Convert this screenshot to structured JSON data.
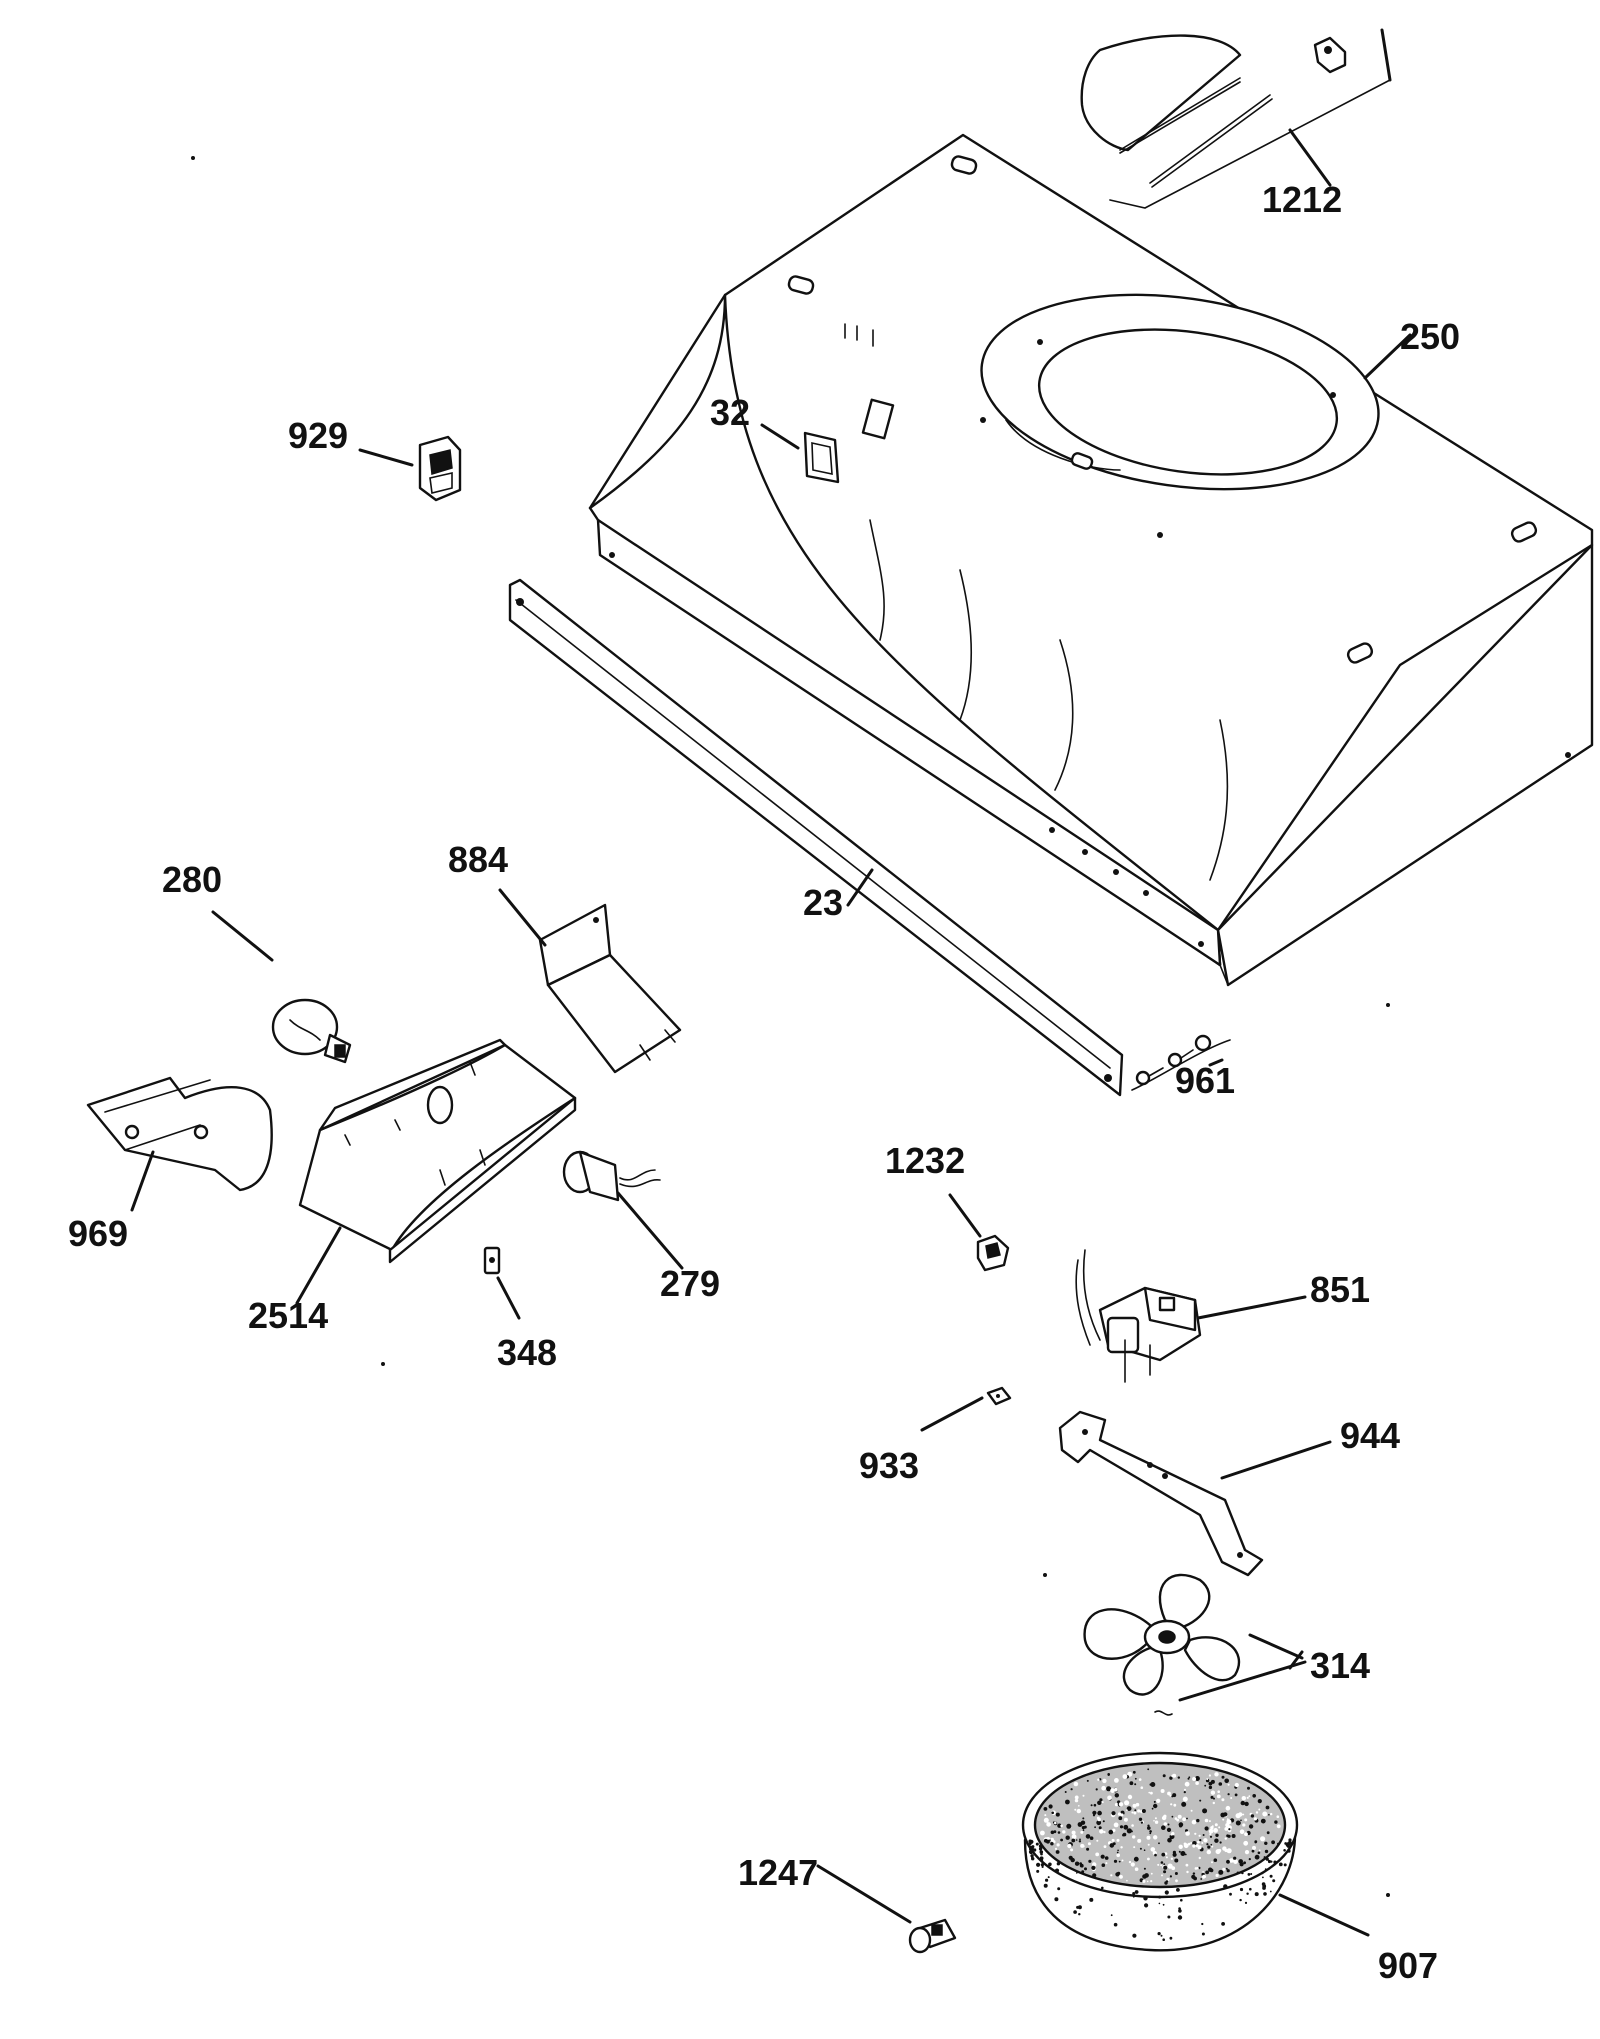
{
  "callouts": {
    "c1212": "1212",
    "c250": "250",
    "c929": "929",
    "c32": "32",
    "c280": "280",
    "c884": "884",
    "c23": "23",
    "c961": "961",
    "c969": "969",
    "c2514": "2514",
    "c279": "279",
    "c348": "348",
    "c1232": "1232",
    "c851": "851",
    "c933": "933",
    "c944": "944",
    "c314": "314",
    "c1247": "1247",
    "c907": "907"
  }
}
